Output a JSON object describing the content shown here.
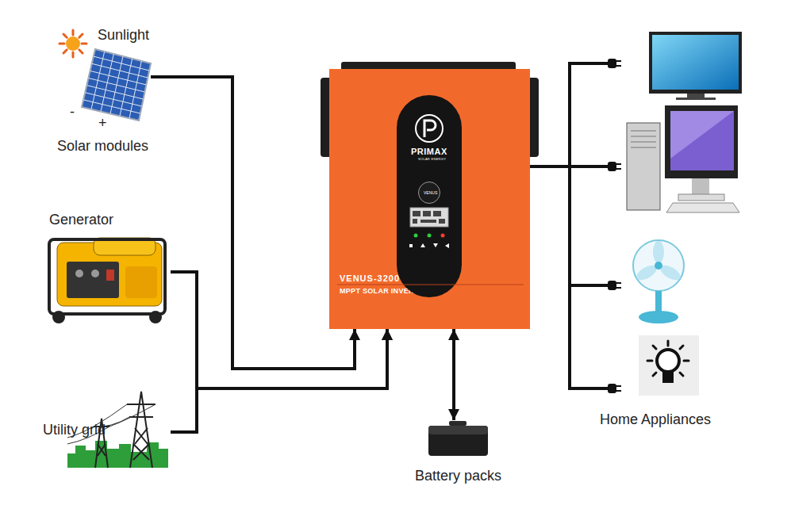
{
  "diagram": {
    "nodes": [
      {
        "text": [
          "Solar modules"
        ]
      },
      {
        "text": [
          "VENUS-3200",
          "MPPT SOLAR INVERTER"
        ]
      },
      {
        "text": [
          "PRIMAX",
          "SOLAR ENERGY"
        ],
        "in": 1
      },
      {
        "text": [
          "VENUS"
        ],
        "in": 2
      },
      {
        "text": [
          "Generator"
        ]
      },
      {
        "text": [
          "Utility grid"
        ]
      },
      {
        "text": [
          "Battery packs"
        ]
      },
      {
        "text": [
          "Home Appliances"
        ]
      }
    ],
    "edges": [
      {
        "from": 0,
        "to": 1,
        "arrow": "to"
      },
      {
        "from": 4,
        "to": 1,
        "arrow": "to"
      },
      {
        "from": 5,
        "to": 1,
        "arrow": "to"
      },
      {
        "from": 1,
        "to": 6,
        "arrow": "both"
      },
      {
        "from": 1,
        "to": 7,
        "arrow": "none"
      }
    ],
    "labels": [
      "Sunlight",
      "-",
      "+"
    ]
  }
}
